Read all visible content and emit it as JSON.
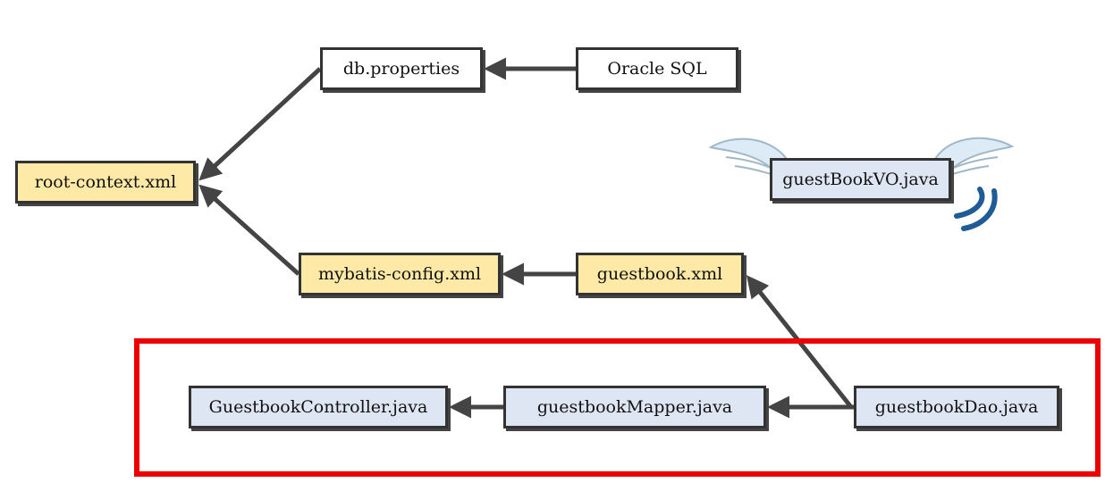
{
  "nodes": {
    "db_properties": "db.properties",
    "oracle_sql": "Oracle SQL",
    "root_context": "root-context.xml",
    "mybatis_config": "mybatis-config.xml",
    "guestbook_xml": "guestbook.xml",
    "guestbook_vo": "guestBookVO.java",
    "guestbook_controller": "GuestbookController.java",
    "guestbook_mapper": "guestbookMapper.java",
    "guestbook_dao": "guestbookDao.java"
  },
  "edges": [
    {
      "from": "oracle_sql",
      "to": "db_properties"
    },
    {
      "from": "db_properties",
      "to": "root_context"
    },
    {
      "from": "mybatis_config",
      "to": "root_context"
    },
    {
      "from": "guestbook_xml",
      "to": "mybatis_config"
    },
    {
      "from": "guestbook_dao",
      "to": "guestbook_xml"
    },
    {
      "from": "guestbook_dao",
      "to": "guestbook_mapper"
    },
    {
      "from": "guestbook_mapper",
      "to": "guestbook_controller"
    }
  ],
  "colors": {
    "xml_fill": "#ffe9a6",
    "java_fill": "#dfe6f3",
    "plain_fill": "#ffffff",
    "border": "#333333",
    "arrow": "#444444",
    "highlight": "#ee0000",
    "wing_fill": "#dcebf5",
    "wing_stroke": "#9fb8c8",
    "motion_lines": "#1f5b96"
  },
  "highlight_group": [
    "guestbook_controller",
    "guestbook_mapper",
    "guestbook_dao"
  ],
  "decoration": {
    "vo_node": "winged-flying-icon"
  }
}
